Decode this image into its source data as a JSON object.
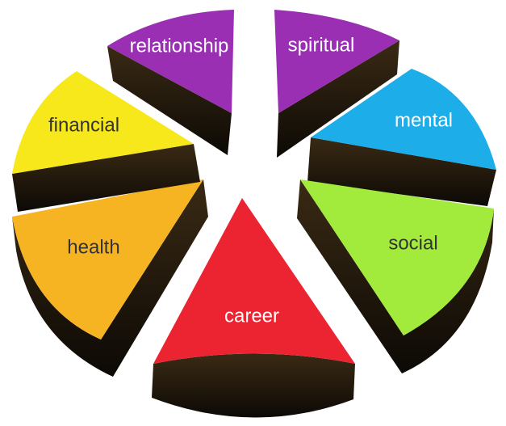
{
  "slices": [
    {
      "key": "relationship",
      "label": "relationship",
      "color": "#9a2fb3",
      "text_color": "#ffffff"
    },
    {
      "key": "spiritual",
      "label": "spiritual",
      "color": "#9a2fb3",
      "text_color": "#ffffff"
    },
    {
      "key": "mental",
      "label": "mental",
      "color": "#1daeea",
      "text_color": "#ffffff"
    },
    {
      "key": "social",
      "label": "social",
      "color": "#a2ea3c",
      "text_color": "#333333"
    },
    {
      "key": "career",
      "label": "career",
      "color": "#ec2331",
      "text_color": "#ffffff"
    },
    {
      "key": "health",
      "label": "health",
      "color": "#f6b322",
      "text_color": "#333333"
    },
    {
      "key": "financial",
      "label": "financial",
      "color": "#f7e81c",
      "text_color": "#333333"
    }
  ]
}
